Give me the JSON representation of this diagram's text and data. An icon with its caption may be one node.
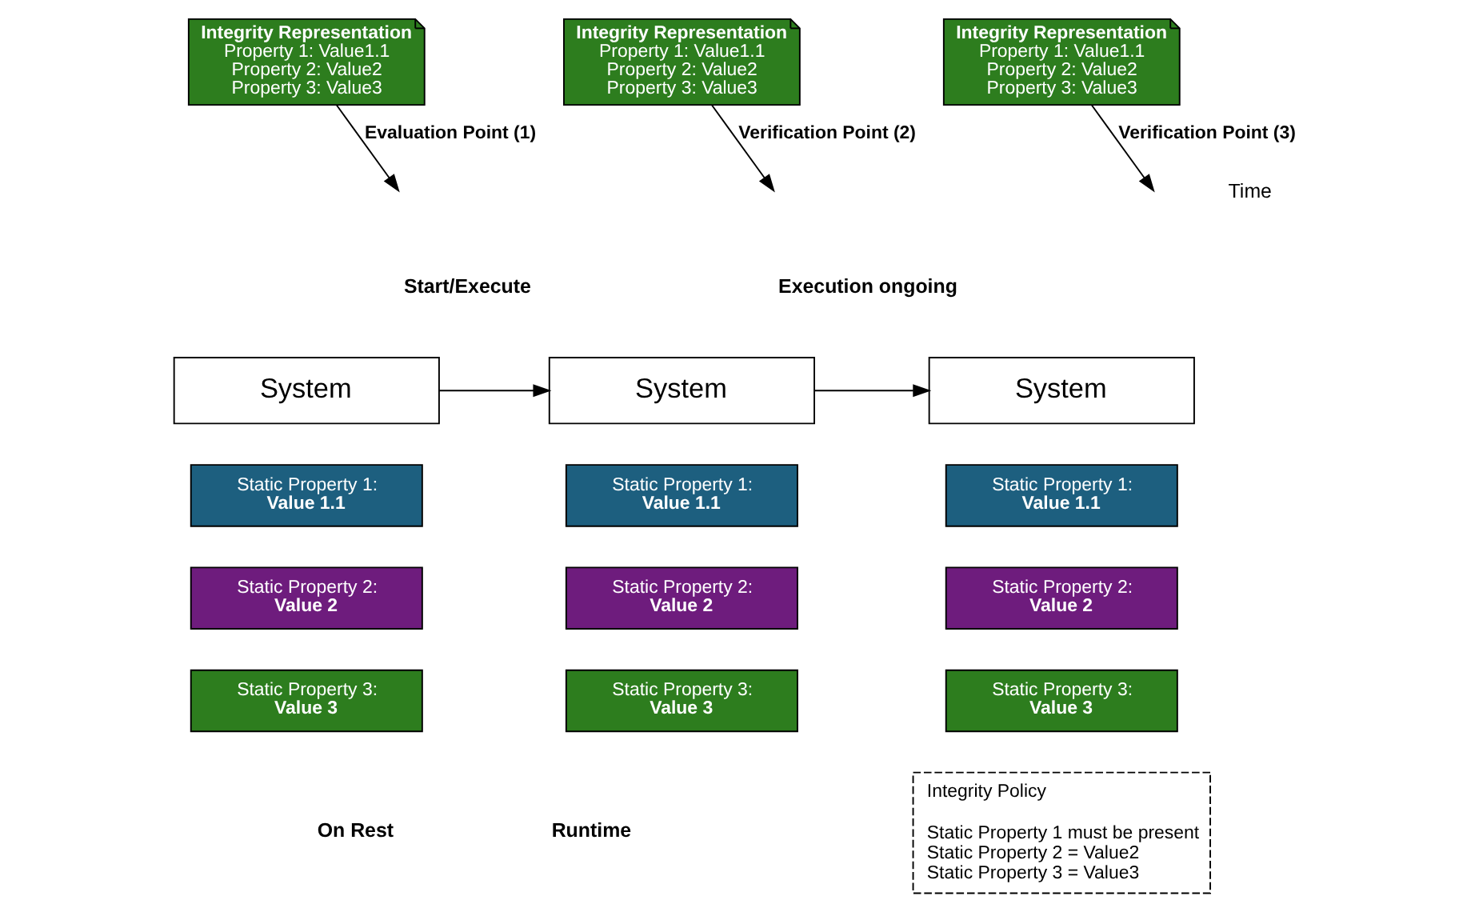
{
  "diagram": {
    "nodes": [
      {
        "text": [
          "Integrity Representation",
          "Property 1: Value1.1",
          "Property 2: Value2",
          "Property 3: Value3"
        ]
      },
      {
        "text": [
          "Integrity Representation",
          "Property 1: Value1.1",
          "Property 2: Value2",
          "Property 3: Value3"
        ]
      },
      {
        "text": [
          "Integrity Representation",
          "Property 1: Value1.1",
          "Property 2: Value2",
          "Property 3: Value3"
        ]
      },
      {
        "text": [
          "System"
        ]
      },
      {
        "text": [
          "Static Property 1:",
          "Value 1.1"
        ]
      },
      {
        "text": [
          "Static Property 2:",
          "Value 2"
        ]
      },
      {
        "text": [
          "Static Property 3:",
          "Value 3"
        ]
      },
      {
        "text": [
          "System"
        ]
      },
      {
        "text": [
          "Static Property 1:",
          "Value 1.1"
        ]
      },
      {
        "text": [
          "Static Property 2:",
          "Value 2"
        ]
      },
      {
        "text": [
          "Static Property 3:",
          "Value 3"
        ]
      },
      {
        "text": [
          "System"
        ]
      },
      {
        "text": [
          "Static Property 1:",
          "Value 1.1"
        ]
      },
      {
        "text": [
          "Static Property 2:",
          "Value 2"
        ]
      },
      {
        "text": [
          "Static Property 3:",
          "Value 3"
        ]
      },
      {
        "text": [
          "Integrity Policy",
          "Static Property 1 must be present",
          "Static Property 2 = Value2",
          "Static Property 3 = Value3"
        ]
      }
    ],
    "edges": [
      {
        "from": 0,
        "to": null,
        "arrow": "to",
        "label": "Evaluation Point (1)"
      },
      {
        "from": 1,
        "to": null,
        "arrow": "to",
        "label": "Verification Point (2)"
      },
      {
        "from": 2,
        "to": null,
        "arrow": "to",
        "label": "Verification Point (3)"
      },
      {
        "from": 3,
        "to": 7,
        "arrow": "to"
      },
      {
        "from": 7,
        "to": 11,
        "arrow": "to"
      }
    ],
    "labels": [
      "Time",
      "Start/Execute",
      "Execution ongoing",
      "On Rest",
      "Runtime"
    ]
  }
}
